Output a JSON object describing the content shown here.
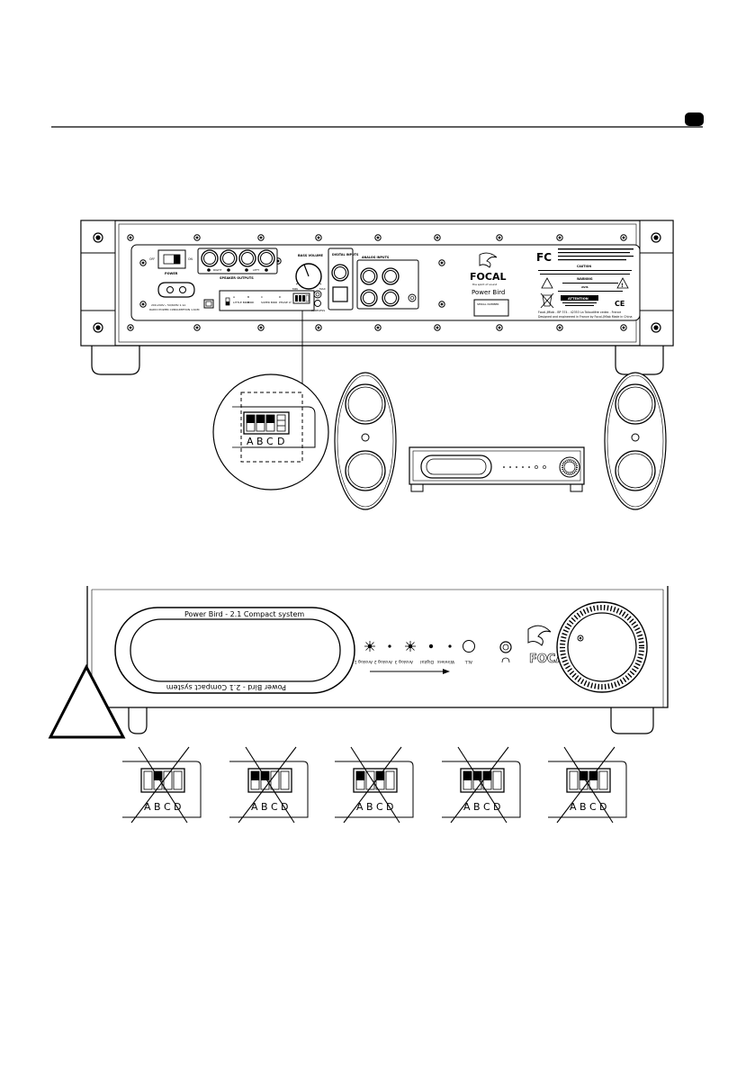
{
  "rear_panel": {
    "power_off": "OFF",
    "power_on": "ON",
    "power_label": "POWER",
    "mains_line1": "200-240V~ 50/60Hz 1.1A",
    "mains_line2": "RADIO POWER CONSUMPTION 1.6CM",
    "speaker_outputs": "SPEAKER OUTPUTS",
    "right": "RIGHT",
    "left": "LEFT",
    "bass_volume": "BASS VOLUME",
    "min": "MIN",
    "max": "MAX",
    "digital_inputs": "DIGITAL INPUTS",
    "analog_inputs": "ANALOG INPUTS",
    "wireless": "WIRELESS",
    "brand": "FOCAL",
    "tagline": "the spirit of sound",
    "model": "Power Bird",
    "serial_number": "SERIAL NUMBER",
    "caution": "CAUTION",
    "warning": "WARNING",
    "avis": "AVIS",
    "attention": "ATTENTION",
    "ce": "CE",
    "fc": "FC",
    "footer1": "Focal-JMlab - BP 374 - 42353 La Talaudière cedex - France",
    "footer2": "Designed and engineered in France by Focal-JMlab Made in China",
    "dip_a": "A",
    "dip_b": "B",
    "dip_c": "C",
    "dip_d": "D",
    "dip_opt1": "LITTLE BIRD",
    "dip_opt2": "BIRD",
    "dip_opt3": "SUPER BIRD",
    "dip_opt4": "PHASE 0°"
  },
  "dip_zoom": {
    "a": "A",
    "b": "B",
    "c": "C",
    "d": "D"
  },
  "front_panel": {
    "display_top": "Power Bird - 2.1 Compact system",
    "display_bottom": "Power Bird - 2.1 Compact system",
    "inputs": [
      "Analog 1",
      "Analog 2",
      "Analog 3",
      "Digital",
      "Wireless",
      "ALL"
    ]
  },
  "dip_examples": [
    {
      "a": "A",
      "b": "B",
      "c": "C",
      "d": "D"
    },
    {
      "a": "A",
      "b": "B",
      "c": "C",
      "d": "D"
    },
    {
      "a": "A",
      "b": "B",
      "c": "C",
      "d": "D"
    },
    {
      "a": "A",
      "b": "B",
      "c": "C",
      "d": "D"
    },
    {
      "a": "A",
      "b": "B",
      "c": "C",
      "d": "D"
    }
  ]
}
